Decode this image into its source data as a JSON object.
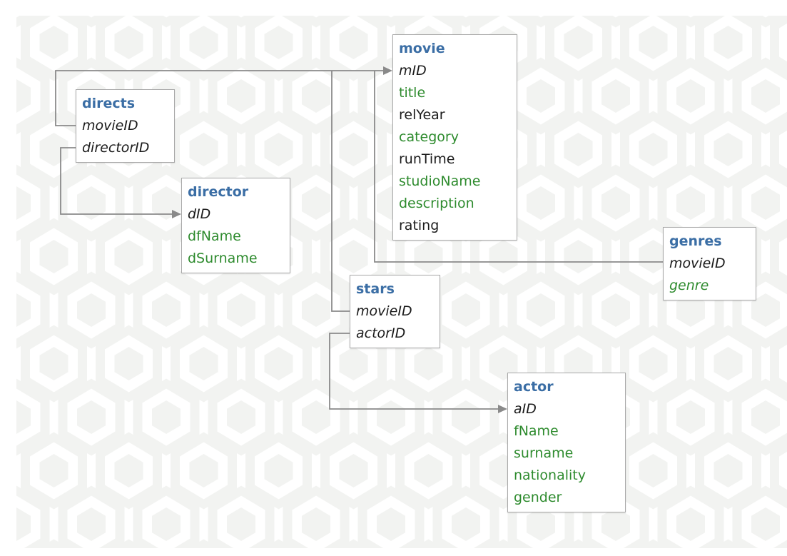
{
  "diagram": {
    "type": "database-schema",
    "background": {
      "canvas_color": "#ffffff",
      "pattern": "hexagon-honeycomb",
      "pattern_color": "#f2f3f1"
    },
    "palette": {
      "table_title": "#3b6ea5",
      "attribute_green": "#2e8b2e",
      "text_black": "#1b1b1b",
      "connector_gray": "#8a8a8a",
      "box_border": "#a9a9a9"
    },
    "tables": [
      {
        "id": "directs",
        "name": "directs",
        "fields": [
          {
            "name": "movieID",
            "italic": true,
            "color": "black"
          },
          {
            "name": "directorID",
            "italic": true,
            "color": "black"
          }
        ]
      },
      {
        "id": "movie",
        "name": "movie",
        "fields": [
          {
            "name": "mID",
            "italic": true,
            "color": "black"
          },
          {
            "name": "title",
            "italic": false,
            "color": "green"
          },
          {
            "name": "relYear",
            "italic": false,
            "color": "black"
          },
          {
            "name": "category",
            "italic": false,
            "color": "green"
          },
          {
            "name": "runTime",
            "italic": false,
            "color": "black"
          },
          {
            "name": "studioName",
            "italic": false,
            "color": "green"
          },
          {
            "name": "description",
            "italic": false,
            "color": "green"
          },
          {
            "name": "rating",
            "italic": false,
            "color": "black"
          }
        ]
      },
      {
        "id": "director",
        "name": "director",
        "fields": [
          {
            "name": "dID",
            "italic": true,
            "color": "black"
          },
          {
            "name": "dfName",
            "italic": false,
            "color": "green"
          },
          {
            "name": "dSurname",
            "italic": false,
            "color": "green"
          }
        ]
      },
      {
        "id": "stars",
        "name": "stars",
        "fields": [
          {
            "name": "movieID",
            "italic": true,
            "color": "black"
          },
          {
            "name": "actorID",
            "italic": true,
            "color": "black"
          }
        ]
      },
      {
        "id": "genres",
        "name": "genres",
        "fields": [
          {
            "name": "movieID",
            "italic": true,
            "color": "black"
          },
          {
            "name": "genre",
            "italic": true,
            "color": "green"
          }
        ]
      },
      {
        "id": "actor",
        "name": "actor",
        "fields": [
          {
            "name": "aID",
            "italic": true,
            "color": "black"
          },
          {
            "name": "fName",
            "italic": false,
            "color": "green"
          },
          {
            "name": "surname",
            "italic": false,
            "color": "green"
          },
          {
            "name": "nationality",
            "italic": false,
            "color": "green"
          },
          {
            "name": "gender",
            "italic": false,
            "color": "green"
          }
        ]
      }
    ],
    "relations": [
      {
        "from": "directs.movieID",
        "to": "movie.mID"
      },
      {
        "from": "directs.directorID",
        "to": "director.dID"
      },
      {
        "from": "stars.movieID",
        "to": "movie.mID"
      },
      {
        "from": "stars.actorID",
        "to": "actor.aID"
      },
      {
        "from": "genres.movieID",
        "to": "movie.mID"
      }
    ]
  }
}
